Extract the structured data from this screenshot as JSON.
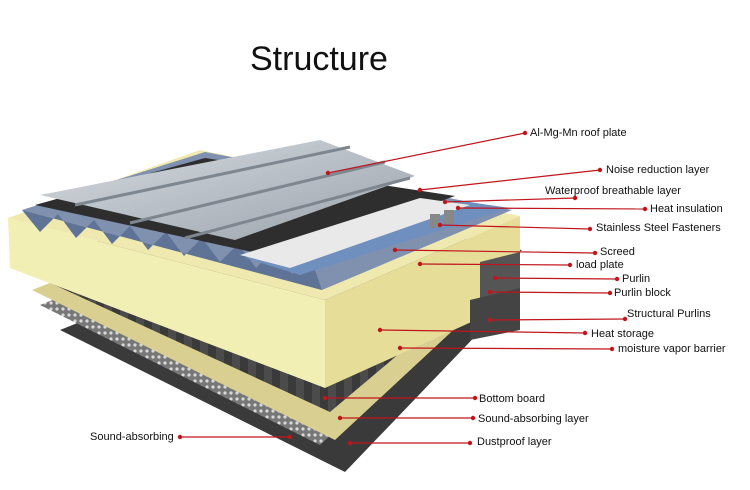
{
  "title": "Structure",
  "colors": {
    "leader": "#c0151b",
    "insulation": "#f2efb4",
    "membrane": "#2e2e2e",
    "steel": "#b9bfc6",
    "blue_deck": "#6f8fbf"
  },
  "labels": [
    "Al-Mg-Mn roof plate",
    "Noise reduction layer",
    "Waterproof breathable layer",
    "Heat insulation",
    "Stainless Steel Fasteners",
    "Screed",
    "load plate",
    "Purlin",
    "Purlin block",
    "Structural Purlins",
    "Heat storage",
    "moisture vapor barrier",
    "Bottom board",
    "Sound-absorbing layer",
    "Dustproof layer",
    "Sound-absorbing"
  ]
}
